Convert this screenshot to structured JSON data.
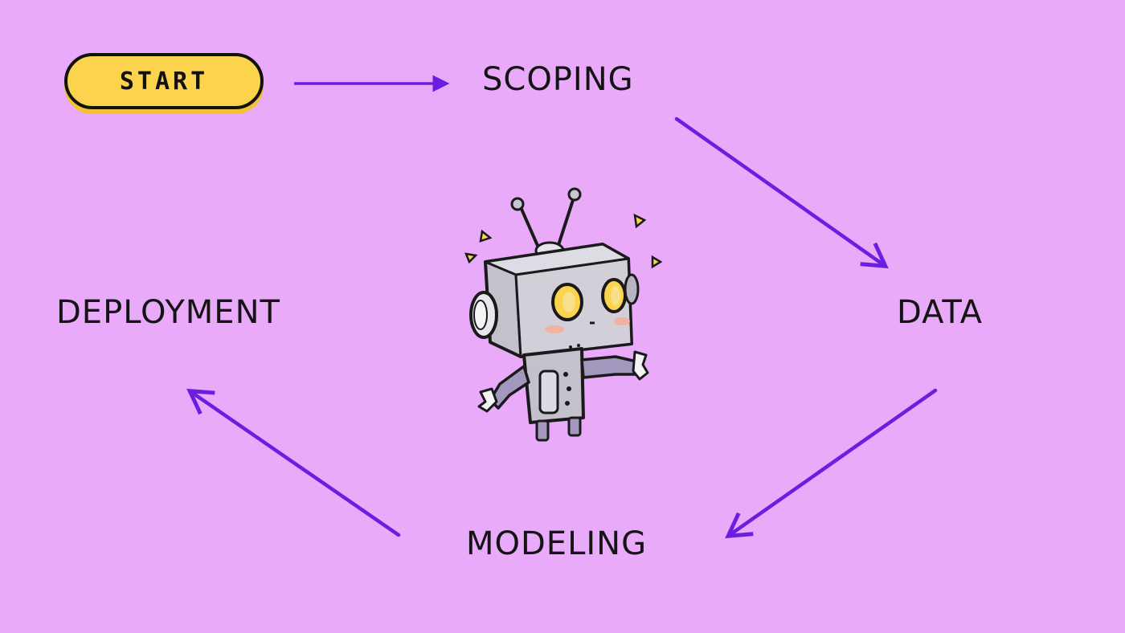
{
  "start": {
    "label": "START"
  },
  "stages": {
    "scoping": "SCOPING",
    "data": "DATA",
    "modeling": "MODELING",
    "deployment": "DEPLOYMENT"
  },
  "colors": {
    "background": "#e8aaf9",
    "arrow": "#6a1fe0",
    "start_fill": "#fbd34d",
    "text": "#141414"
  },
  "icons": {
    "mascot": "robot-icon"
  }
}
